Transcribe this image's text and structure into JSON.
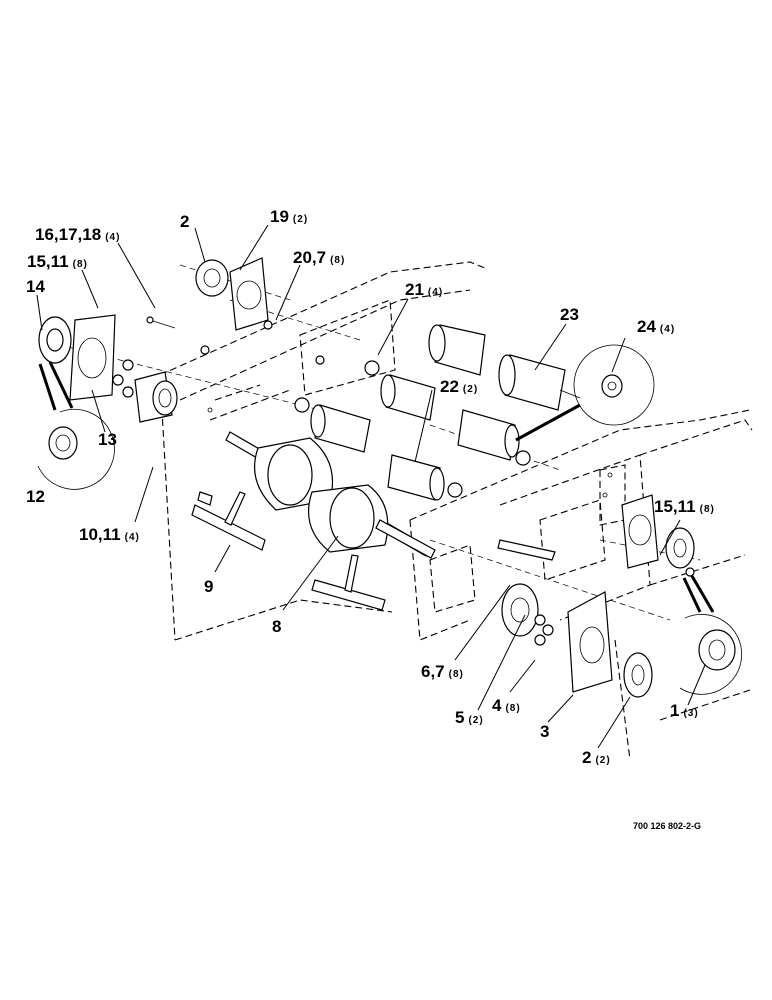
{
  "figure_code": "700 126 802-2-G",
  "callouts": [
    {
      "id": "c1",
      "num": "1",
      "qty": "(3)"
    },
    {
      "id": "c2a",
      "num": "2",
      "qty": ""
    },
    {
      "id": "c2b",
      "num": "2",
      "qty": "(2)"
    },
    {
      "id": "c3",
      "num": "3",
      "qty": ""
    },
    {
      "id": "c4",
      "num": "4",
      "qty": "(8)"
    },
    {
      "id": "c5",
      "num": "5",
      "qty": "(2)"
    },
    {
      "id": "c67",
      "num": "6,7",
      "qty": "(8)"
    },
    {
      "id": "c8",
      "num": "8",
      "qty": ""
    },
    {
      "id": "c9",
      "num": "9",
      "qty": ""
    },
    {
      "id": "c1011",
      "num": "10,11",
      "qty": "(4)"
    },
    {
      "id": "c12",
      "num": "12",
      "qty": ""
    },
    {
      "id": "c13",
      "num": "13",
      "qty": ""
    },
    {
      "id": "c14",
      "num": "14",
      "qty": ""
    },
    {
      "id": "c1511a",
      "num": "15,11",
      "qty": "(8)"
    },
    {
      "id": "c1511b",
      "num": "15,11",
      "qty": "(8)"
    },
    {
      "id": "c161718",
      "num": "16,17,18",
      "qty": "(4)"
    },
    {
      "id": "c19",
      "num": "19",
      "qty": "(2)"
    },
    {
      "id": "c207",
      "num": "20,7",
      "qty": "(8)"
    },
    {
      "id": "c21",
      "num": "21",
      "qty": "(4)"
    },
    {
      "id": "c22",
      "num": "22",
      "qty": "(2)"
    },
    {
      "id": "c23",
      "num": "23",
      "qty": ""
    },
    {
      "id": "c24",
      "num": "24",
      "qty": "(4)"
    }
  ]
}
